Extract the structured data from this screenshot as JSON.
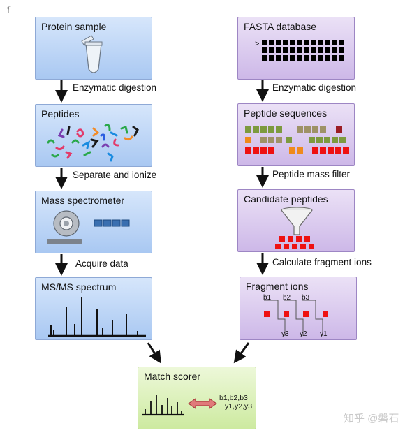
{
  "left_column": {
    "protein_sample": "Protein sample",
    "peptides": "Peptides",
    "mass_spectrometer": "Mass spectrometer",
    "msms_spectrum": "MS/MS spectrum"
  },
  "left_steps": {
    "digestion": "Enzymatic digestion",
    "separate": "Separate and ionize",
    "acquire": "Acquire data"
  },
  "right_column": {
    "fasta_database": "FASTA database",
    "fasta_prompt": ">",
    "peptide_sequences": "Peptide sequences",
    "candidate_peptides": "Candidate peptides",
    "fragment_ions": "Fragment ions"
  },
  "right_steps": {
    "digestion": "Enzymatic digestion",
    "mass_filter": "Peptide mass filter",
    "calculate": "Calculate fragment ions"
  },
  "fragment_labels": {
    "b1": "b1",
    "b2": "b2",
    "b3": "b3",
    "y1": "y1",
    "y2": "y2",
    "y3": "y3"
  },
  "match_scorer": {
    "title": "Match scorer",
    "b_ions": "b1,b2,b3",
    "y_ions": "y1,y2,y3"
  },
  "watermark": "知乎 @磐石",
  "colors": {
    "blue_box": "#a9c8f2",
    "purple_box": "#cdb8e8",
    "green_box": "#cdeaa0",
    "ion_red": "#ee1111",
    "arrow": "#111111"
  }
}
